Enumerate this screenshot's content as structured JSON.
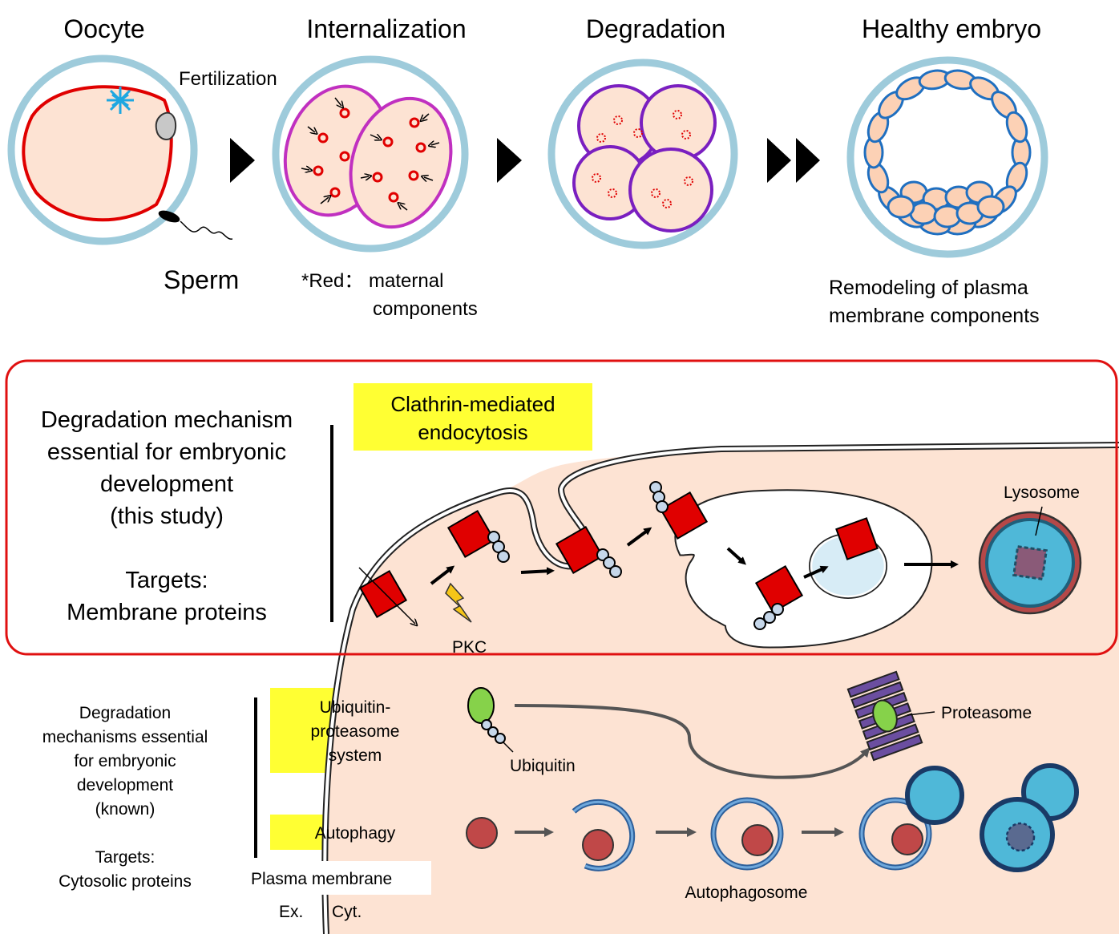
{
  "stages": {
    "oocyte": "Oocyte",
    "internalization": "Internalization",
    "degradation": "Degradation",
    "healthy_embryo": "Healthy embryo"
  },
  "top_labels": {
    "fertilization": "Fertilization",
    "sperm": "Sperm",
    "red_note_1": "*Red： maternal",
    "red_note_2": "components",
    "remodeling_1": "Remodeling of plasma",
    "remodeling_2": "membrane components"
  },
  "this_study": {
    "line1": "Degradation mechanism",
    "line2": "essential for embryonic",
    "line3": "development",
    "line4": "(this study)",
    "targets_1": "Targets:",
    "targets_2": "Membrane proteins",
    "pathway_1": "Clathrin-mediated",
    "pathway_2": "endocytosis",
    "pkc": "PKC",
    "lysosome": "Lysosome"
  },
  "known": {
    "line1": "Degradation",
    "line2": "mechanisms essential",
    "line3": "for embryonic",
    "line4": "development",
    "line5": "(known)",
    "targets_1": "Targets:",
    "targets_2": "Cytosolic proteins",
    "ups_1": "Ubiquitin-",
    "ups_2": "proteasome",
    "ups_3": "system",
    "autophagy": "Autophagy",
    "ubiquitin": "Ubiquitin",
    "proteasome": "Proteasome",
    "autophagosome": "Autophagosome"
  },
  "membrane": {
    "plasma_membrane": "Plasma membrane",
    "ex": "Ex.",
    "cyt": "Cyt."
  },
  "colors": {
    "zona": "#9ecbdb",
    "cytoplasm": "#fde3d3",
    "maternal_red": "#e00000",
    "blastomere_purple": "#7a1fc0",
    "internal_magenta": "#c030c0",
    "embryo_blue": "#1f6fc0",
    "highlight_yellow": "#ffff33",
    "frame_red": "#e01010"
  }
}
